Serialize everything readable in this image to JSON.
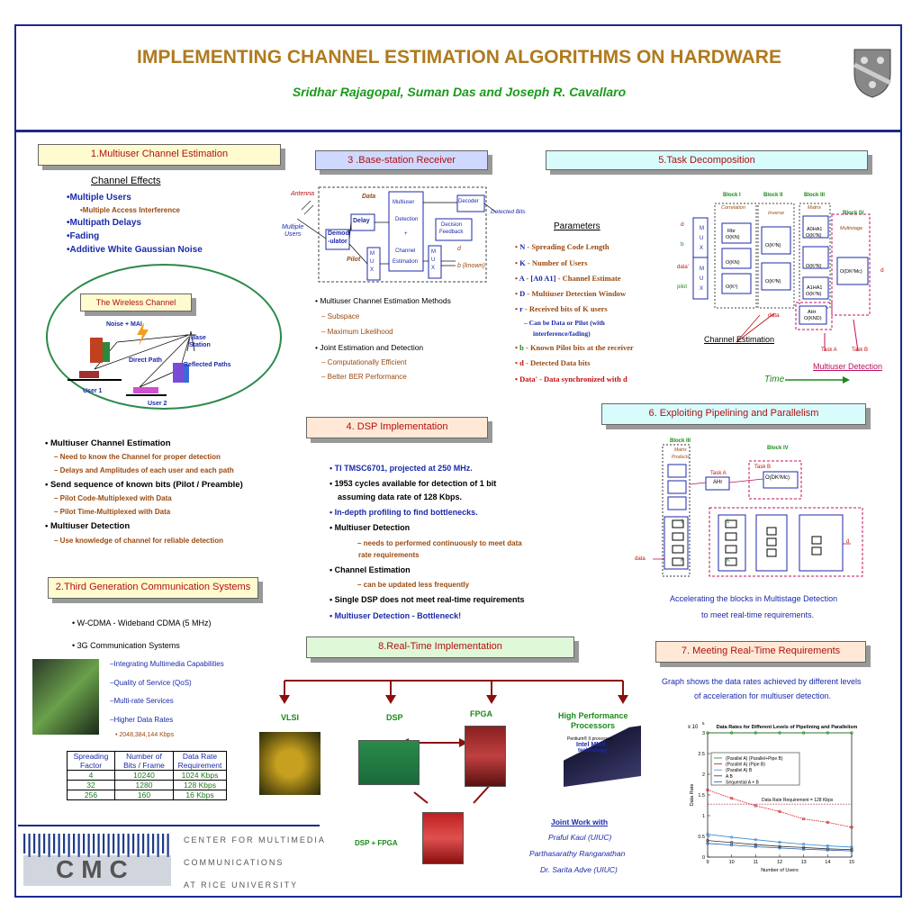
{
  "poster": {
    "title": "IMPLEMENTING CHANNEL ESTIMATION ALGORITHMS ON HARDWARE",
    "authors": "Sridhar Rajagopal, Suman Das  and  Joseph R. Cavallaro"
  },
  "s1": {
    "heading": "1.Multiuser Channel Estimation",
    "channel_effects": "Channel Effects",
    "items": [
      "•Multiple Users",
      "•Multiple Access Interference",
      "•Multipath Delays",
      "•Fading",
      "•Additive White Gaussian Noise"
    ],
    "wireless_title": "The Wireless Channel",
    "labels": {
      "noise": "Noise + MAI",
      "base": "Base",
      "station": "Station",
      "direct": "Direct Path",
      "reflected": "Reflected Paths",
      "user1": "User 1",
      "user2": "User 2"
    },
    "bullets": [
      {
        "t": "Multiuser Channel Estimation",
        "subs": [
          "Need to know the Channel for proper detection",
          "Delays and Amplitudes of each user and each path"
        ]
      },
      {
        "t": "Send sequence of known bits (Pilot / Preamble)",
        "subs": [
          "Pilot Code-Multiplexed with Data",
          "Pilot Time-Multiplexed with Data"
        ]
      },
      {
        "t": "Multiuser Detection",
        "subs": [
          "Use knowledge of channel for reliable detection"
        ]
      }
    ]
  },
  "s2": {
    "heading": "2.Third Generation Communication Systems",
    "b1": "W-CDMA - Wideband CDMA (5 MHz)",
    "b2": "3G Communication Systems",
    "subs": [
      "–Integrating Multimedia Capabilities",
      "–Quality of Service (QoS)",
      "–Multi-rate Services",
      "–Higher Data Rates"
    ],
    "rate": "• 2048,384,144 Kbps",
    "table_head": [
      "Spreading Factor",
      "Number of Bits / Frame",
      "Data Rate Requirement"
    ],
    "table_rows": [
      [
        "4",
        "10240",
        "1024 Kbps"
      ],
      [
        "32",
        "1280",
        "128 Kbps"
      ],
      [
        "256",
        "160",
        "16 Kbps"
      ]
    ]
  },
  "s3": {
    "heading": "3 .Base-station Receiver",
    "labels": {
      "antenna": "Antenna",
      "multiple": "Multiple",
      "users": "Users",
      "data": "Data",
      "delay": "Delay",
      "demod1": "Demod",
      "demod2": "-ulator",
      "pilot": "Pilot",
      "multiuser": "Multiuser",
      "detection": "Detection",
      "plus": "+",
      "channel": "Channel",
      "estimation": "Estimation",
      "decoder": "Decoder",
      "decision1": "Decision",
      "decision2": "Feedback",
      "detected": "Detected Bits",
      "d": "d",
      "bknown": "b (known)",
      "m": "M",
      "u": "U",
      "x": "X"
    },
    "bullets": [
      {
        "t": "Multiuser Channel Estimation Methods",
        "subs": [
          "Subspace",
          "Maximum Likelihood"
        ]
      },
      {
        "t": "Joint Estimation and Detection",
        "subs": [
          "Computationally Efficient",
          "Better BER Performance"
        ]
      }
    ]
  },
  "s4": {
    "heading": "4. DSP  Implementation",
    "items": [
      "TI TMSC6701, projected at 250 MHz.",
      "1953 cycles available for detection of 1 bit",
      "assuming data rate of 128 Kbps.",
      "In-depth profiling to find bottlenecks.",
      "Multiuser Detection",
      "– needs to performed continuously to meet  data",
      "rate requirements",
      "Channel Estimation",
      "– can be updated less frequently",
      "Single DSP does not meet real-time requirements",
      "Multiuser Detection - Bottleneck!"
    ]
  },
  "s5": {
    "heading": "5.Task Decomposition",
    "param_title": "Parameters",
    "params": [
      {
        "k": "N",
        "v": "Spreading Code Length"
      },
      {
        "k": "K",
        "v": "Number of Users"
      },
      {
        "k": "A",
        "v": "[A0 A1]",
        "v2": "Channel Estimate"
      },
      {
        "k": "D",
        "v": "Multiuser Detection Window"
      },
      {
        "k": "r",
        "v": "Received bits of  K users"
      },
      {
        "k": "b",
        "v": "Known Pilot bits at the receiver"
      },
      {
        "k": "d",
        "v": "Detected Data bits"
      },
      {
        "k": "Data'",
        "v": "Data synchronized with d"
      }
    ],
    "param_sub1": "–  Can be Data or Pilot (with",
    "param_sub2": "interference/fading)",
    "blocks": [
      "Block I",
      "Block II",
      "Block III",
      "Block IV"
    ],
    "block_sub": [
      "Correlation",
      "Matrices",
      "(Per Bit)",
      "Inverse",
      "Matrix",
      "Products",
      "Multistage",
      "Detection",
      "(Per Window)"
    ],
    "ops": [
      "Rbr",
      "O(KN)",
      "Rbb",
      "O(KN)",
      "Rbb",
      "O(K²)",
      "O(K³N)",
      "A0HA1",
      "O(K²N)",
      "A1HA1",
      "O(DK²Mc)",
      "O(KND)",
      "data",
      "data'",
      "pilot",
      "d",
      "b",
      "AHr"
    ],
    "chan_est": "Channel Estimation",
    "task_a": "Task A",
    "task_b": "Task B",
    "mud": "Multiuser Detection",
    "time": "Time"
  },
  "s6": {
    "heading": "6. Exploiting Pipelining and Parallelism",
    "caption1": "Accelerating the blocks in Multistage Detection",
    "caption2": "to meet real-time requirements.",
    "labels": {
      "b3": "Block III",
      "b4": "Block IV",
      "mp1": "Matrix",
      "mp2": "Products",
      "taska": "Task A",
      "taskb": "Task B",
      "ahr": "AHr",
      "odk": "O(DK²Mc)",
      "data": "data",
      "d": "d",
      "one": "1",
      "k": "K"
    }
  },
  "s7": {
    "heading": "7. Meeting Real-Time Requirements",
    "caption1": "Graph shows the data rates achieved by different levels",
    "caption2": "of acceleration for multiuser detection."
  },
  "s8": {
    "heading": "8.Real-Time Implementation",
    "vlsi": "VLSI",
    "dsp": "DSP",
    "fpga": "FPGA",
    "hpp1": "High Performance",
    "hpp2": "Processors",
    "dspfpga": "DSP + FPGA",
    "pentium1": "Pentium® II processor",
    "pentium2": "Intel MMX",
    "pentium3": "technology",
    "joint": "Joint Work with",
    "names": [
      "Praful Kaul (UIUC)",
      "Parthasarathy Ranganathan",
      "Dr. Sarita Adve (UIUC)"
    ]
  },
  "cmc": {
    "logo": "CMC",
    "l1": "CENTER FOR MULTIMEDIA",
    "l2": "COMMUNICATIONS",
    "l3": "AT RICE UNIVERSITY"
  },
  "chart_data": {
    "type": "line",
    "title": "Data Rates for Different Levels of Pipelining and Parallelism",
    "xlabel": "Number of Users",
    "ylabel": "Data Rate",
    "scale_label": "x 10",
    "scale_exp": "5",
    "xlim": [
      9,
      15
    ],
    "ylim": [
      0,
      3
    ],
    "xticks": [
      9,
      10,
      11,
      12,
      13,
      14,
      15
    ],
    "yticks": [
      0,
      0.5,
      1,
      1.5,
      2,
      2.5,
      3
    ],
    "threshold": {
      "y": 1.28,
      "label": "Data Rate Requirement = 128 Kbps"
    },
    "legend_position": "top-left",
    "series": [
      {
        "name": "(Parallel A) (Parallel+Pipe B)",
        "color": "#1a8a1a",
        "x": [
          9,
          10,
          11,
          12,
          13,
          14,
          15
        ],
        "y": [
          3.0,
          3.0,
          3.0,
          3.0,
          3.0,
          3.0,
          3.0
        ]
      },
      {
        "name": "(Parallel A) (Pipe B)",
        "color": "#d01010",
        "x": [
          9,
          10,
          11,
          12,
          13,
          14,
          15
        ],
        "y": [
          1.62,
          1.42,
          1.24,
          1.1,
          0.92,
          0.84,
          0.72
        ]
      },
      {
        "name": "(Parallel A)  B",
        "color": "#3a8ad0",
        "x": [
          9,
          10,
          11,
          12,
          13,
          14,
          15
        ],
        "y": [
          0.55,
          0.48,
          0.42,
          0.36,
          0.31,
          0.27,
          0.24
        ]
      },
      {
        "name": "A B",
        "color": "#333333",
        "x": [
          9,
          10,
          11,
          12,
          13,
          14,
          15
        ],
        "y": [
          0.4,
          0.35,
          0.3,
          0.26,
          0.23,
          0.2,
          0.18
        ]
      },
      {
        "name": "Sequential A + B",
        "color": "#2a5aa8",
        "x": [
          9,
          10,
          11,
          12,
          13,
          14,
          15
        ],
        "y": [
          0.33,
          0.29,
          0.25,
          0.22,
          0.19,
          0.17,
          0.15
        ]
      }
    ]
  }
}
